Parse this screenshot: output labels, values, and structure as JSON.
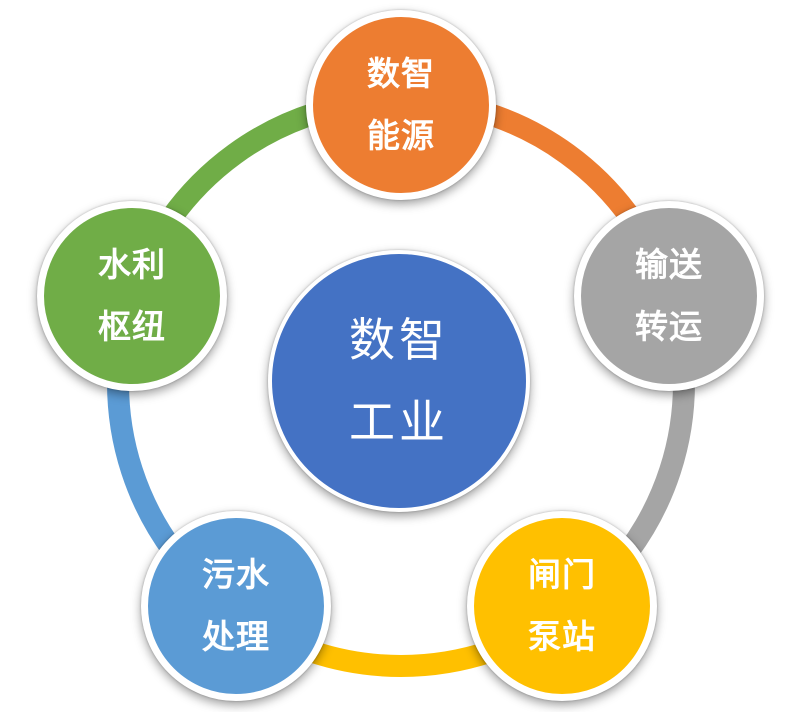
{
  "center": {
    "line1": "数智",
    "line2": "工业",
    "color": "#4472c4"
  },
  "nodes": [
    {
      "id": "energy",
      "line1": "数智",
      "line2": "能源",
      "color": "#ed7d31"
    },
    {
      "id": "transport",
      "line1": "输送",
      "line2": "转运",
      "color": "#a5a5a5"
    },
    {
      "id": "gate",
      "line1": "闸门",
      "line2": "泵站",
      "color": "#ffc000"
    },
    {
      "id": "sewage",
      "line1": "污水",
      "line2": "处理",
      "color": "#5b9bd5"
    },
    {
      "id": "water",
      "line1": "水利",
      "line2": "枢纽",
      "color": "#70ad47"
    }
  ],
  "ring_segments": [
    {
      "from": "energy",
      "to": "transport",
      "color": "#ed7d31"
    },
    {
      "from": "transport",
      "to": "gate",
      "color": "#a5a5a5"
    },
    {
      "from": "gate",
      "to": "sewage",
      "color": "#ffc000"
    },
    {
      "from": "sewage",
      "to": "water",
      "color": "#5b9bd5"
    },
    {
      "from": "water",
      "to": "energy",
      "color": "#70ad47"
    }
  ]
}
